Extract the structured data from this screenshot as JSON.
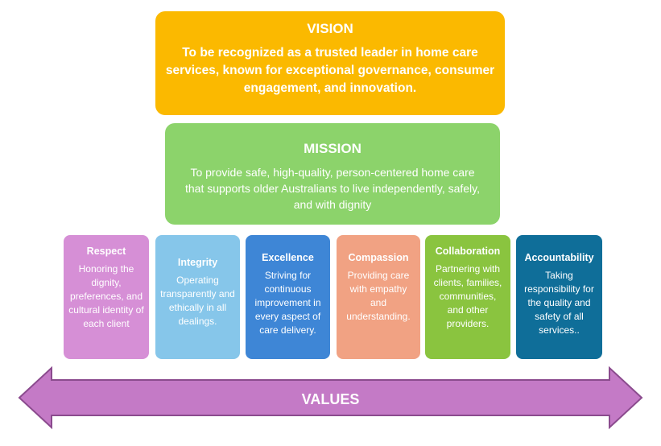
{
  "vision": {
    "title": "VISION",
    "text": "To be recognized as a trusted leader in home care services, known for exceptional governance, consumer engagement, and innovation.",
    "color": "#fbb900"
  },
  "mission": {
    "title": "MISSION",
    "text": "To provide safe, high-quality, person-centered home care that supports older Australians to live independently, safely, and with dignity",
    "color": "#8cd36b"
  },
  "values": [
    {
      "title": "Respect",
      "text": "Honoring the dignity, preferences, and cultural identity of each client",
      "color": "#d68fd6"
    },
    {
      "title": "Integrity",
      "text": "Operating transparently and ethically in all dealings.",
      "color": "#86c6ea"
    },
    {
      "title": "Excellence",
      "text": "Striving for continuous improvement in every aspect of care delivery.",
      "color": "#3e86d6"
    },
    {
      "title": "Compassion",
      "text": "Providing care with empathy and understanding.",
      "color": "#f1a283"
    },
    {
      "title": "Collaboration",
      "text": "Partnering with clients, families, communities, and other providers.",
      "color": "#8ac43f"
    },
    {
      "title": "Accountability",
      "text": "Taking responsibility for the quality and safety of all services..",
      "color": "#0f6e99"
    }
  ],
  "values_arrow": {
    "label": "VALUES",
    "color": "#c47ac6",
    "border_color": "#8b4b8e"
  }
}
